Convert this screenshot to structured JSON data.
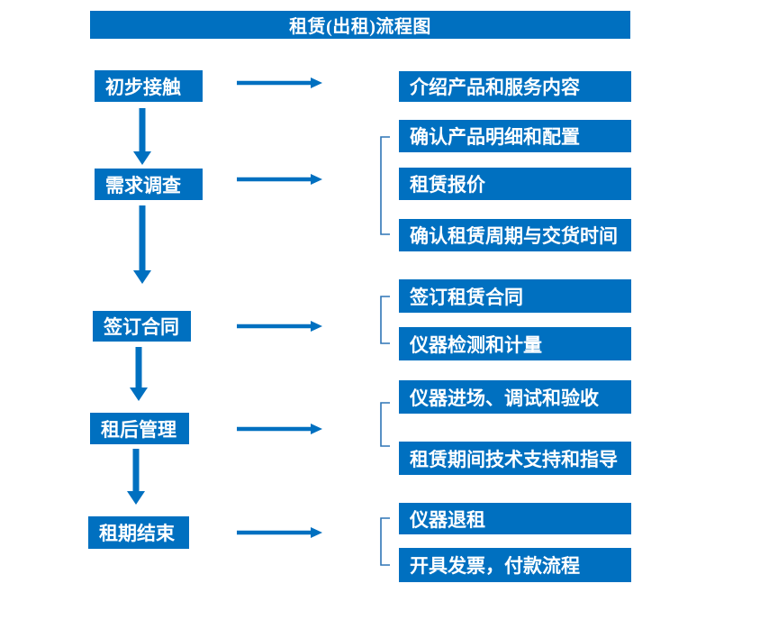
{
  "title": "租赁(出租)流程图",
  "colors": {
    "box_blue": "#0070c0",
    "arrow_blue": "#0070c0",
    "bracket_blue": "#2e75b6",
    "text_white": "#ffffff",
    "background": "#ffffff"
  },
  "flow": {
    "stages": [
      {
        "label": "初步接触",
        "details": [
          "介绍产品和服务内容"
        ]
      },
      {
        "label": "需求调查",
        "details": [
          "确认产品明细和配置",
          "租赁报价",
          "确认租赁周期与交货时间"
        ]
      },
      {
        "label": "签订合同",
        "details": [
          "签订租赁合同",
          "仪器检测和计量"
        ]
      },
      {
        "label": "租后管理",
        "details": [
          "仪器进场、调试和验收",
          "租赁期间技术支持和指导"
        ]
      },
      {
        "label": "租期结束",
        "details": [
          "仪器退租",
          "开具发票，付款流程"
        ]
      }
    ]
  }
}
